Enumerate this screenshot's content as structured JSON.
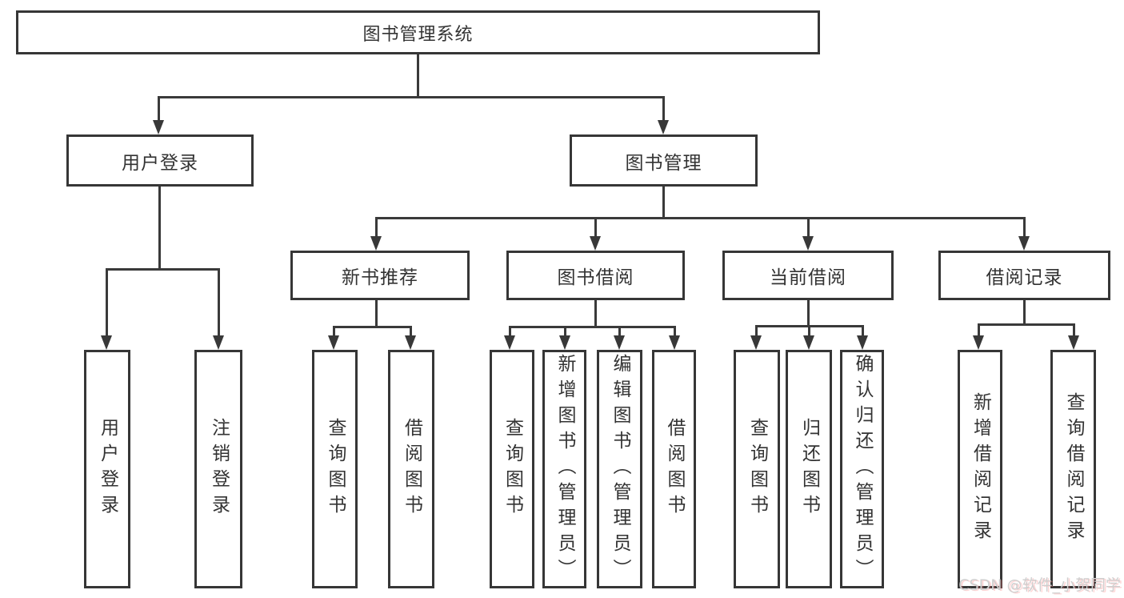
{
  "diagram": {
    "root": {
      "label": "图书管理系统"
    },
    "level2": [
      {
        "label": "用户登录"
      },
      {
        "label": "图书管理"
      }
    ],
    "level3": [
      {
        "label": "新书推荐"
      },
      {
        "label": "图书借阅"
      },
      {
        "label": "当前借阅"
      },
      {
        "label": "借阅记录"
      }
    ],
    "leaves": [
      {
        "label": "用户登录"
      },
      {
        "label": "注销登录"
      },
      {
        "label": "查询图书"
      },
      {
        "label": "借阅图书"
      },
      {
        "label": "查询图书"
      },
      {
        "label": "新增图书（管理员）"
      },
      {
        "label": "编辑图书（管理员）"
      },
      {
        "label": "借阅图书"
      },
      {
        "label": "查询图书"
      },
      {
        "label": "归还图书"
      },
      {
        "label": "确认归还（管理员）"
      },
      {
        "label": "新增借阅记录"
      },
      {
        "label": "查询借阅记录"
      }
    ]
  },
  "watermark": {
    "text": "CSDN @软件_小贺同学"
  },
  "colors": {
    "line": "#3a3a3a",
    "border": "#363636",
    "text": "#333333",
    "background": "#ffffff",
    "watermark": "#cfcfcf"
  }
}
